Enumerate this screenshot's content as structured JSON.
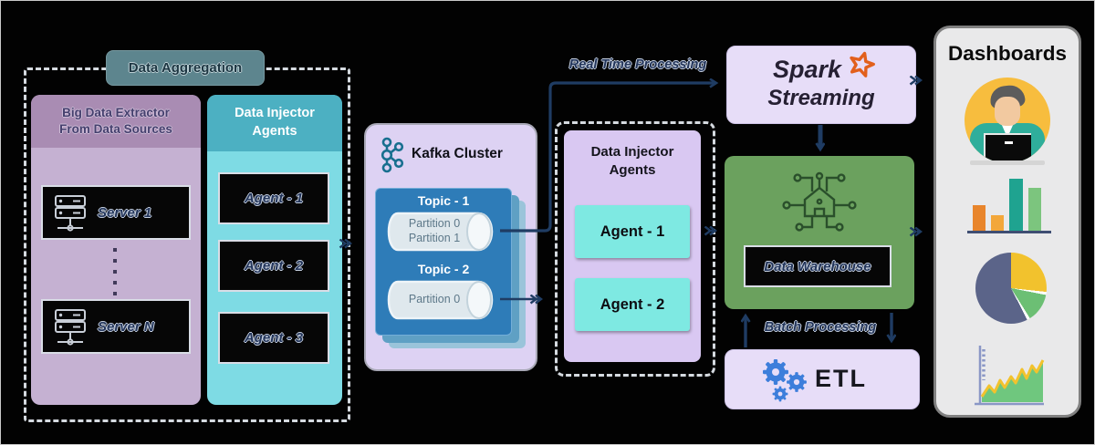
{
  "colors": {
    "background": "#000000",
    "arrow": "#1f3c63",
    "aggregation_label_bg": "#5d858e",
    "extractor_panel": "#c5b1d2",
    "extractor_header": "#a98cb3",
    "injector_panel": "#7edbe4",
    "injector_header": "#4cb0c2",
    "kafka_panel": "#ddd2f3",
    "topics_box": "#2e7cb8",
    "middle_panel": "#d9c8f2",
    "cyan_agent": "#7ee9e2",
    "spark_box": "#e7ddf8",
    "warehouse_box": "#6ba15e",
    "etl_box": "#e7ddf8",
    "dashboards_panel": "#e9e9ea"
  },
  "aggregation": {
    "label": "Data Aggregation",
    "extractor": {
      "title_line1": "Big Data Extractor",
      "title_line2": "From Data Sources",
      "servers": [
        "Server 1",
        "Server N"
      ]
    },
    "injector": {
      "title_line1": "Data Injector",
      "title_line2": "Agents",
      "agents": [
        "Agent - 1",
        "Agent - 2",
        "Agent - 3"
      ]
    }
  },
  "kafka": {
    "title": "Kafka Cluster",
    "topic1": {
      "label": "Topic - 1",
      "partitions": [
        "Partition 0",
        "Partition 1"
      ]
    },
    "topic2": {
      "label": "Topic - 2",
      "partitions": [
        "Partition 0"
      ]
    }
  },
  "middle_injector": {
    "title_line1": "Data Injector",
    "title_line2": "Agents",
    "agents": [
      "Agent - 1",
      "Agent - 2"
    ]
  },
  "flow_labels": {
    "real_time": "Real Time Processing",
    "batch": "Batch Processing"
  },
  "spark": {
    "name_line1": "Spark",
    "name_line2": "Streaming"
  },
  "warehouse": {
    "label": "Data Warehouse"
  },
  "etl": {
    "label": "ETL"
  },
  "dashboards": {
    "title": "Dashboards"
  },
  "icons": {
    "kafka": "kafka-logo-icon",
    "server": "server-rack-icon",
    "spark_star": "spark-star-icon",
    "warehouse": "connected-warehouse-icon",
    "etl": "gears-icon",
    "dashboard_items": [
      "analyst-avatar-icon",
      "bar-chart-icon",
      "pie-chart-icon",
      "area-chart-icon"
    ]
  }
}
